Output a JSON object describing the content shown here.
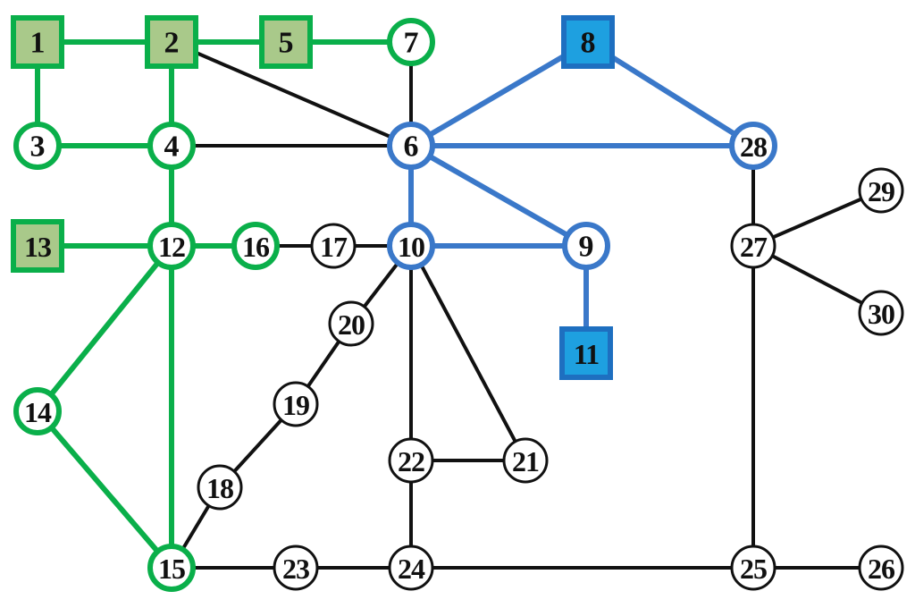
{
  "colors": {
    "green": "#0AAF4A",
    "blue": "#3A78C9",
    "black": "#111111",
    "gen_fill": "#A9C98A",
    "sync_fill": "#1EA0E0",
    "node_fill": "#ffffff"
  },
  "nodes": [
    {
      "id": "1",
      "label": "1",
      "shape": "square",
      "group": "green"
    },
    {
      "id": "2",
      "label": "2",
      "shape": "square",
      "group": "green"
    },
    {
      "id": "5",
      "label": "5",
      "shape": "square",
      "group": "green"
    },
    {
      "id": "13",
      "label": "13",
      "shape": "square",
      "group": "green"
    },
    {
      "id": "7",
      "label": "7",
      "shape": "circle",
      "group": "green"
    },
    {
      "id": "3",
      "label": "3",
      "shape": "circle",
      "group": "green"
    },
    {
      "id": "4",
      "label": "4",
      "shape": "circle",
      "group": "green"
    },
    {
      "id": "12",
      "label": "12",
      "shape": "circle",
      "group": "green"
    },
    {
      "id": "16",
      "label": "16",
      "shape": "circle",
      "group": "green"
    },
    {
      "id": "14",
      "label": "14",
      "shape": "circle",
      "group": "green"
    },
    {
      "id": "15",
      "label": "15",
      "shape": "circle",
      "group": "green"
    },
    {
      "id": "8",
      "label": "8",
      "shape": "square",
      "group": "blue"
    },
    {
      "id": "11",
      "label": "11",
      "shape": "square",
      "group": "blue"
    },
    {
      "id": "6",
      "label": "6",
      "shape": "circle",
      "group": "blue"
    },
    {
      "id": "28",
      "label": "28",
      "shape": "circle",
      "group": "blue"
    },
    {
      "id": "10",
      "label": "10",
      "shape": "circle",
      "group": "blue"
    },
    {
      "id": "9",
      "label": "9",
      "shape": "circle",
      "group": "blue"
    },
    {
      "id": "17",
      "label": "17",
      "shape": "circle",
      "group": "none"
    },
    {
      "id": "20",
      "label": "20",
      "shape": "circle",
      "group": "none"
    },
    {
      "id": "19",
      "label": "19",
      "shape": "circle",
      "group": "none"
    },
    {
      "id": "18",
      "label": "18",
      "shape": "circle",
      "group": "none"
    },
    {
      "id": "22",
      "label": "22",
      "shape": "circle",
      "group": "none"
    },
    {
      "id": "21",
      "label": "21",
      "shape": "circle",
      "group": "none"
    },
    {
      "id": "23",
      "label": "23",
      "shape": "circle",
      "group": "none"
    },
    {
      "id": "24",
      "label": "24",
      "shape": "circle",
      "group": "none"
    },
    {
      "id": "25",
      "label": "25",
      "shape": "circle",
      "group": "none"
    },
    {
      "id": "26",
      "label": "26",
      "shape": "circle",
      "group": "none"
    },
    {
      "id": "27",
      "label": "27",
      "shape": "circle",
      "group": "none"
    },
    {
      "id": "29",
      "label": "29",
      "shape": "circle",
      "group": "none"
    },
    {
      "id": "30",
      "label": "30",
      "shape": "circle",
      "group": "none"
    }
  ],
  "edges": [
    {
      "from": "1",
      "to": "2",
      "group": "green"
    },
    {
      "from": "2",
      "to": "5",
      "group": "green"
    },
    {
      "from": "5",
      "to": "7",
      "group": "green"
    },
    {
      "from": "1",
      "to": "3",
      "group": "green"
    },
    {
      "from": "2",
      "to": "4",
      "group": "green"
    },
    {
      "from": "3",
      "to": "4",
      "group": "green"
    },
    {
      "from": "4",
      "to": "12",
      "group": "green"
    },
    {
      "from": "13",
      "to": "12",
      "group": "green"
    },
    {
      "from": "12",
      "to": "16",
      "group": "green"
    },
    {
      "from": "12",
      "to": "14",
      "group": "green"
    },
    {
      "from": "12",
      "to": "15",
      "group": "green"
    },
    {
      "from": "14",
      "to": "15",
      "group": "green"
    },
    {
      "from": "6",
      "to": "8",
      "group": "blue"
    },
    {
      "from": "8",
      "to": "28",
      "group": "blue"
    },
    {
      "from": "6",
      "to": "28",
      "group": "blue"
    },
    {
      "from": "6",
      "to": "10",
      "group": "blue"
    },
    {
      "from": "6",
      "to": "9",
      "group": "blue"
    },
    {
      "from": "10",
      "to": "9",
      "group": "blue"
    },
    {
      "from": "9",
      "to": "11",
      "group": "blue"
    },
    {
      "from": "2",
      "to": "6",
      "group": "none"
    },
    {
      "from": "4",
      "to": "6",
      "group": "none"
    },
    {
      "from": "7",
      "to": "6",
      "group": "none"
    },
    {
      "from": "16",
      "to": "17",
      "group": "none"
    },
    {
      "from": "17",
      "to": "10",
      "group": "none"
    },
    {
      "from": "10",
      "to": "20",
      "group": "none"
    },
    {
      "from": "20",
      "to": "19",
      "group": "none"
    },
    {
      "from": "19",
      "to": "18",
      "group": "none"
    },
    {
      "from": "18",
      "to": "15",
      "group": "none"
    },
    {
      "from": "10",
      "to": "22",
      "group": "none"
    },
    {
      "from": "10",
      "to": "21",
      "group": "none"
    },
    {
      "from": "22",
      "to": "21",
      "group": "none"
    },
    {
      "from": "22",
      "to": "24",
      "group": "none"
    },
    {
      "from": "15",
      "to": "23",
      "group": "none"
    },
    {
      "from": "23",
      "to": "24",
      "group": "none"
    },
    {
      "from": "24",
      "to": "25",
      "group": "none"
    },
    {
      "from": "25",
      "to": "26",
      "group": "none"
    },
    {
      "from": "28",
      "to": "27",
      "group": "none"
    },
    {
      "from": "27",
      "to": "25",
      "group": "none"
    },
    {
      "from": "27",
      "to": "29",
      "group": "none"
    },
    {
      "from": "27",
      "to": "30",
      "group": "none"
    }
  ]
}
